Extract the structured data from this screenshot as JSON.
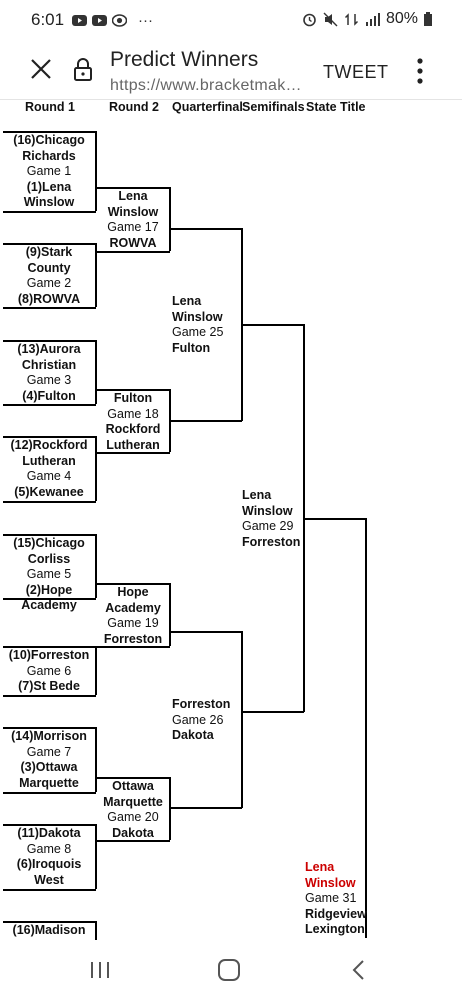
{
  "status_bar": {
    "time": "6:01",
    "dots": "···",
    "battery": "80%"
  },
  "toolbar": {
    "title": "Predict Winners",
    "url": "https://www.bracketmak…",
    "tweet_label": "TWEET"
  },
  "rounds": [
    "Round 1",
    "Round 2",
    "Quarterfinal",
    "Semifinals",
    "State Title"
  ],
  "round1": [
    {
      "lines": [
        "(16)Chicago",
        "Richards",
        "Game 1",
        "(1)Lena",
        "Winslow"
      ]
    },
    {
      "lines": [
        "(9)Stark",
        "County",
        "Game 2",
        "(8)ROWVA"
      ]
    },
    {
      "lines": [
        "(13)Aurora",
        "Christian",
        "Game 3",
        "(4)Fulton"
      ]
    },
    {
      "lines": [
        "(12)Rockford",
        "Lutheran",
        "Game 4",
        "(5)Kewanee"
      ]
    },
    {
      "lines": [
        "(15)Chicago",
        "Corliss",
        "Game 5",
        "(2)Hope",
        "Academy"
      ]
    },
    {
      "lines": [
        "(10)Forreston",
        "Game 6",
        "(7)St Bede"
      ]
    },
    {
      "lines": [
        "(14)Morrison",
        "Game 7",
        "(3)Ottawa",
        "Marquette"
      ]
    },
    {
      "lines": [
        "(11)Dakota",
        "Game 8",
        "(6)Iroquois",
        "West"
      ]
    },
    {
      "lines": [
        "(16)Madison"
      ]
    }
  ],
  "round2": [
    {
      "lines": [
        "Lena",
        "Winslow",
        "Game 17",
        "ROWVA"
      ]
    },
    {
      "lines": [
        "Fulton",
        "Game 18",
        "Rockford",
        "Lutheran"
      ]
    },
    {
      "lines": [
        "Hope",
        "Academy",
        "Game 19",
        "Forreston"
      ]
    },
    {
      "lines": [
        "Ottawa",
        "Marquette",
        "Game 20",
        "Dakota"
      ]
    }
  ],
  "quarterfinals": [
    {
      "lines": [
        "Lena",
        "Winslow",
        "Game 25",
        "Fulton"
      ]
    },
    {
      "lines": [
        "Forreston",
        "Game 26",
        "Dakota"
      ]
    }
  ],
  "semifinals": [
    {
      "lines": [
        "Lena",
        "Winslow",
        "Game 29",
        "Forreston"
      ]
    }
  ],
  "state_title": [
    {
      "lines": [
        "Lena",
        "Winslow",
        "Game 31",
        "Ridgeview",
        "Lexington"
      ]
    }
  ],
  "colors": {
    "highlight": "#cc0000",
    "line": "#000000"
  }
}
